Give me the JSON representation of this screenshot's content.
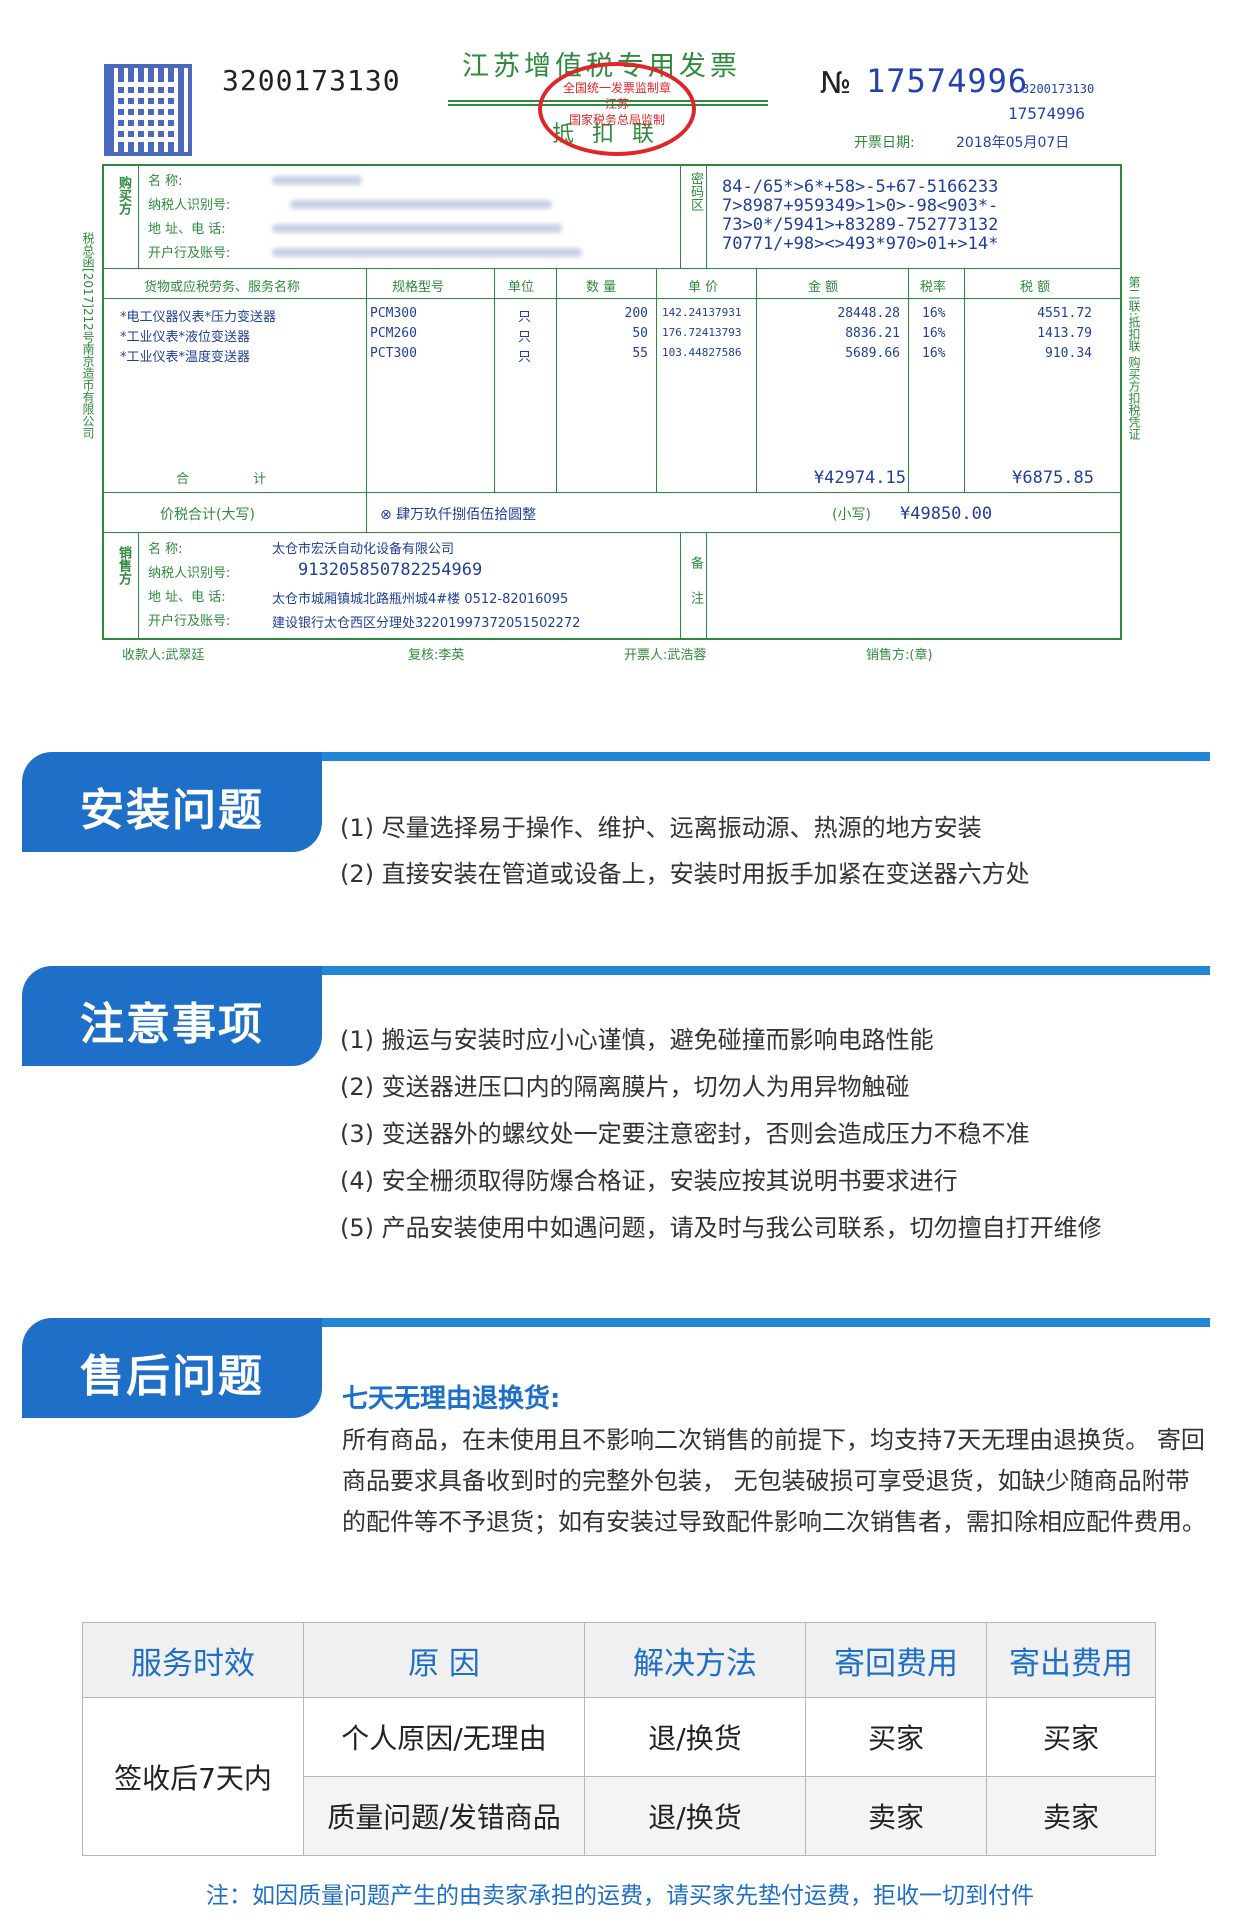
{
  "invoice": {
    "code_number": "3200173130",
    "title": "江苏增值税专用发票",
    "subtitle": "抵扣联",
    "seal_text": [
      "全国统一发票监制章",
      "江苏",
      "国家税务总局监制"
    ],
    "no_mark": "№",
    "number": "17574996",
    "number_small": "3200173130",
    "number_small2": "17574996",
    "date_label": "开票日期:",
    "date_value": "2018年05月07日",
    "buyer_label": "购买方",
    "buyer_fields": [
      "名 称:",
      "纳税人识别号:",
      "地 址、电 话:",
      "开户行及账号:"
    ],
    "cipher_label": "密码区",
    "cipher_lines": [
      "84-/65*>6*+58>-5+67-5166233",
      "7>8987+959349>1>0>-98<903*-",
      "73>0*/5941>+83289-752773132",
      "70771/+98><>493*970>01+>14*"
    ],
    "columns": [
      "货物或应税劳务、服务名称",
      "规格型号",
      "单位",
      "数 量",
      "单 价",
      "金 额",
      "税率",
      "税 额"
    ],
    "items": [
      {
        "name": "*电工仪器仪表*压力变送器",
        "model": "PCM300",
        "unit": "只",
        "qty": "200",
        "price": "142.24137931",
        "amount": "28448.28",
        "rate": "16%",
        "tax": "4551.72"
      },
      {
        "name": "*工业仪表*液位变送器",
        "model": "PCM260",
        "unit": "只",
        "qty": "50",
        "price": "176.72413793",
        "amount": "8836.21",
        "rate": "16%",
        "tax": "1413.79"
      },
      {
        "name": "*工业仪表*温度变送器",
        "model": "PCT300",
        "unit": "只",
        "qty": "55",
        "price": "103.44827586",
        "amount": "5689.66",
        "rate": "16%",
        "tax": "910.34"
      }
    ],
    "total_label": "合 计",
    "total_amount": "¥42974.15",
    "total_tax": "¥6875.85",
    "sum_label": "价税合计(大写)",
    "sum_words": "⊗ 肆万玖仟捌佰伍拾圆整",
    "sum_small_label": "(小写)",
    "sum_small": "¥49850.00",
    "seller_label": "销售方",
    "seller_fields": [
      "名 称:",
      "纳税人识别号:",
      "地 址、电 话:",
      "开户行及账号:"
    ],
    "seller_name": "太仓市宏沃自动化设备有限公司",
    "seller_taxid": "913205850782254969",
    "seller_address": "太仓市城厢镇城北路瓶州城4#楼 0512-82016095",
    "seller_bank": "建设银行太仓西区分理处32201997372051502272",
    "remark_label": "备注",
    "payee": "收款人:武翠廷",
    "reviewer": "复核:李英",
    "issuer": "开票人:武浩蓉",
    "seller_sign": "销售方:(章)",
    "left_side_text": "税总函[2017]212号南京造币有限公司",
    "right_side_text": "第二联:抵扣联 购买方扣税凭证"
  },
  "install": {
    "title": "安装问题",
    "items": [
      "(1) 尽量选择易于操作、维护、远离振动源、热源的地方安装",
      "(2) 直接安装在管道或设备上，安装时用扳手加紧在变送器六方处"
    ]
  },
  "caution": {
    "title": "注意事项",
    "items": [
      "(1) 搬运与安装时应小心谨慎，避免碰撞而影响电路性能",
      "(2) 变送器进压口内的隔离膜片，切勿人为用异物触碰",
      "(3) 变送器外的螺纹处一定要注意密封，否则会造成压力不稳不准",
      "(4) 安全栅须取得防爆合格证，安装应按其说明书要求进行",
      "(5) 产品安装使用中如遇问题，请及时与我公司联系，切勿擅自打开维修"
    ]
  },
  "aftersale": {
    "title": "售后问题",
    "subtitle": "七天无理由退换货:",
    "paragraph": "所有商品，在未使用且不影响二次销售的前提下，均支持7天无理由退换货。 寄回商品要求具备收到时的完整外包装， 无包装破损可享受退货，如缺少随商品附带的配件等不予退货；如有安装过导致配件影响二次销售者，需扣除相应配件费用。",
    "table": {
      "headers": [
        "服务时效",
        "原 因",
        "解决方法",
        "寄回费用",
        "寄出费用"
      ],
      "period": "签收后7天内",
      "rows": [
        [
          "个人原因/无理由",
          "退/换货",
          "买家",
          "买家"
        ],
        [
          "质量问题/发错商品",
          "退/换货",
          "卖家",
          "卖家"
        ]
      ]
    },
    "note": "注：如因质量问题产生的由卖家承担的运费，请买家先垫付运费，拒收一切到付件"
  },
  "colors": {
    "accent": "#1e6fc8",
    "bar": "#1e88d6",
    "invoice_green": "#2e8b3d",
    "invoice_blue": "#2342b0",
    "seal_red": "#e0262b"
  }
}
